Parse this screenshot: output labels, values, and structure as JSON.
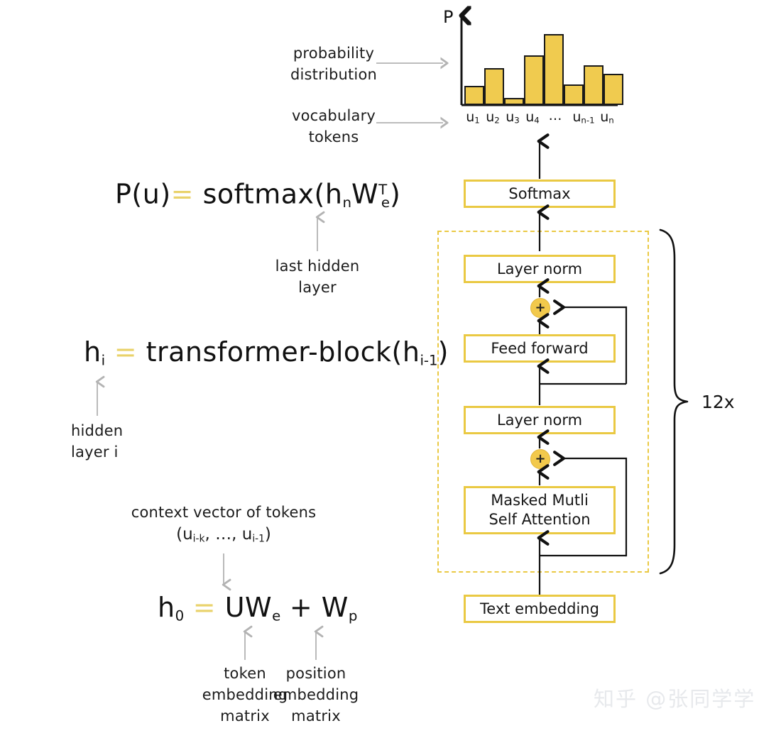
{
  "diagram": {
    "title_context": "GPT transformer decoder architecture diagram",
    "colors": {
      "accent_gold": "#eac943",
      "bar_fill": "#f0cb4f",
      "plus_fill": "#f2c94c",
      "outline_dark": "#1a1a1a",
      "arrow_gray": "#b3b3b3",
      "text_dark": "#1c1c1c",
      "watermark": "#e7e9ec"
    }
  },
  "chart_data": {
    "type": "bar",
    "title": "",
    "ylabel": "P",
    "xlabel": "",
    "categories": [
      "u1",
      "u2",
      "u3",
      "u4",
      "...",
      "un-1",
      "un"
    ],
    "tick_labels": [
      {
        "base": "u",
        "sub": "1"
      },
      {
        "base": "u",
        "sub": "2"
      },
      {
        "base": "u",
        "sub": "3"
      },
      {
        "base": "u",
        "sub": "4"
      },
      {
        "base": "…",
        "sub": ""
      },
      {
        "base": "u",
        "sub": "n-1"
      },
      {
        "base": "u",
        "sub": "n"
      }
    ],
    "values": [
      0.27,
      0.52,
      0.1,
      0.7,
      1.0,
      0.29,
      0.56,
      0.44
    ],
    "grid": false,
    "legend": null,
    "axis_note": "vertical axis labelled P (probability); eight bars over seven token tick labels"
  },
  "annotations": {
    "probability_distribution": "probability\ndistribution",
    "vocabulary_tokens": "vocabulary\ntokens",
    "last_hidden_layer": "last hidden\nlayer",
    "hidden_layer_i": "hidden\nlayer i",
    "context_vector_line1": "context vector of tokens",
    "token_embedding_matrix": "token\nembedding\nmatrix",
    "position_embedding_matrix": "position\nembedding\nmatrix",
    "repeat_count": "12x"
  },
  "formulas": {
    "output": {
      "lhs": "P(u)",
      "eq": "=",
      "rhs_prefix": "softmax(h",
      "rhs_sub1": "n",
      "rhs_w": "W",
      "rhs_sup": "T",
      "rhs_sub2": "e",
      "rhs_suffix": ")"
    },
    "hidden": {
      "lhs": "h",
      "lhs_sub": "i",
      "eq": "=",
      "rhs_prefix": "transformer-block(h",
      "rhs_sub": "i-1",
      "rhs_suffix": ")"
    },
    "input": {
      "lhs": "h",
      "lhs_sub": "0",
      "eq": "=",
      "u": "U",
      "w1": "W",
      "w1_sub": "e",
      "plus": "+",
      "w2": "W",
      "w2_sub": "p"
    },
    "context_vector": {
      "open": "(u",
      "sub1": "i-k",
      "middle": ", …, u",
      "sub2": "i-1",
      "close": ")"
    }
  },
  "blocks": {
    "softmax": "Softmax",
    "layer_norm_top": "Layer norm",
    "feed_forward": "Feed forward",
    "layer_norm_bottom": "Layer norm",
    "masked_attention": "Masked Mutli\nSelf Attention",
    "text_embedding": "Text embedding"
  },
  "nodes": {
    "plus_top": "+",
    "plus_bottom": "+"
  },
  "watermark": {
    "text": "知乎 @张同学学"
  }
}
